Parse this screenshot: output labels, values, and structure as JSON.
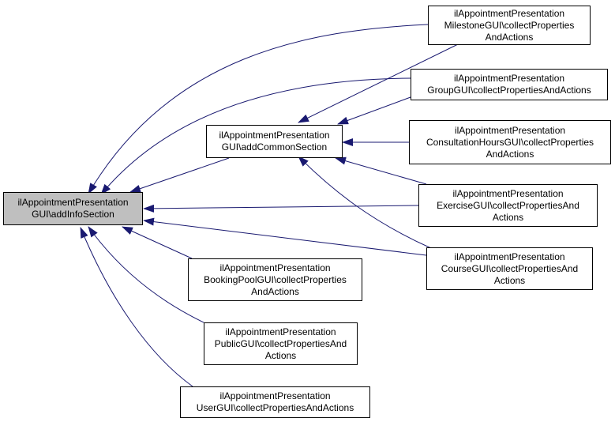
{
  "colors": {
    "edge": "#191970",
    "focus_fill": "#bfbfbf",
    "border": "#000000"
  },
  "nodes": {
    "add_info_section": {
      "line1": "ilAppointmentPresentation",
      "line2": "GUI\\addInfoSection"
    },
    "add_common_section": {
      "line1": "ilAppointmentPresentation",
      "line2": "GUI\\addCommonSection"
    },
    "milestone": {
      "line1": "ilAppointmentPresentation",
      "line2": "MilestoneGUI\\collectProperties",
      "line3": "AndActions"
    },
    "group": {
      "line1": "ilAppointmentPresentation",
      "line2": "GroupGUI\\collectPropertiesAndActions"
    },
    "consultation": {
      "line1": "ilAppointmentPresentation",
      "line2": "ConsultationHoursGUI\\collectProperties",
      "line3": "AndActions"
    },
    "exercise": {
      "line1": "ilAppointmentPresentation",
      "line2": "ExerciseGUI\\collectPropertiesAnd",
      "line3": "Actions"
    },
    "course": {
      "line1": "ilAppointmentPresentation",
      "line2": "CourseGUI\\collectPropertiesAnd",
      "line3": "Actions"
    },
    "booking_pool": {
      "line1": "ilAppointmentPresentation",
      "line2": "BookingPoolGUI\\collectProperties",
      "line3": "AndActions"
    },
    "public": {
      "line1": "ilAppointmentPresentation",
      "line2": "PublicGUI\\collectPropertiesAnd",
      "line3": "Actions"
    },
    "user": {
      "line1": "ilAppointmentPresentation",
      "line2": "UserGUI\\collectPropertiesAndActions"
    }
  }
}
